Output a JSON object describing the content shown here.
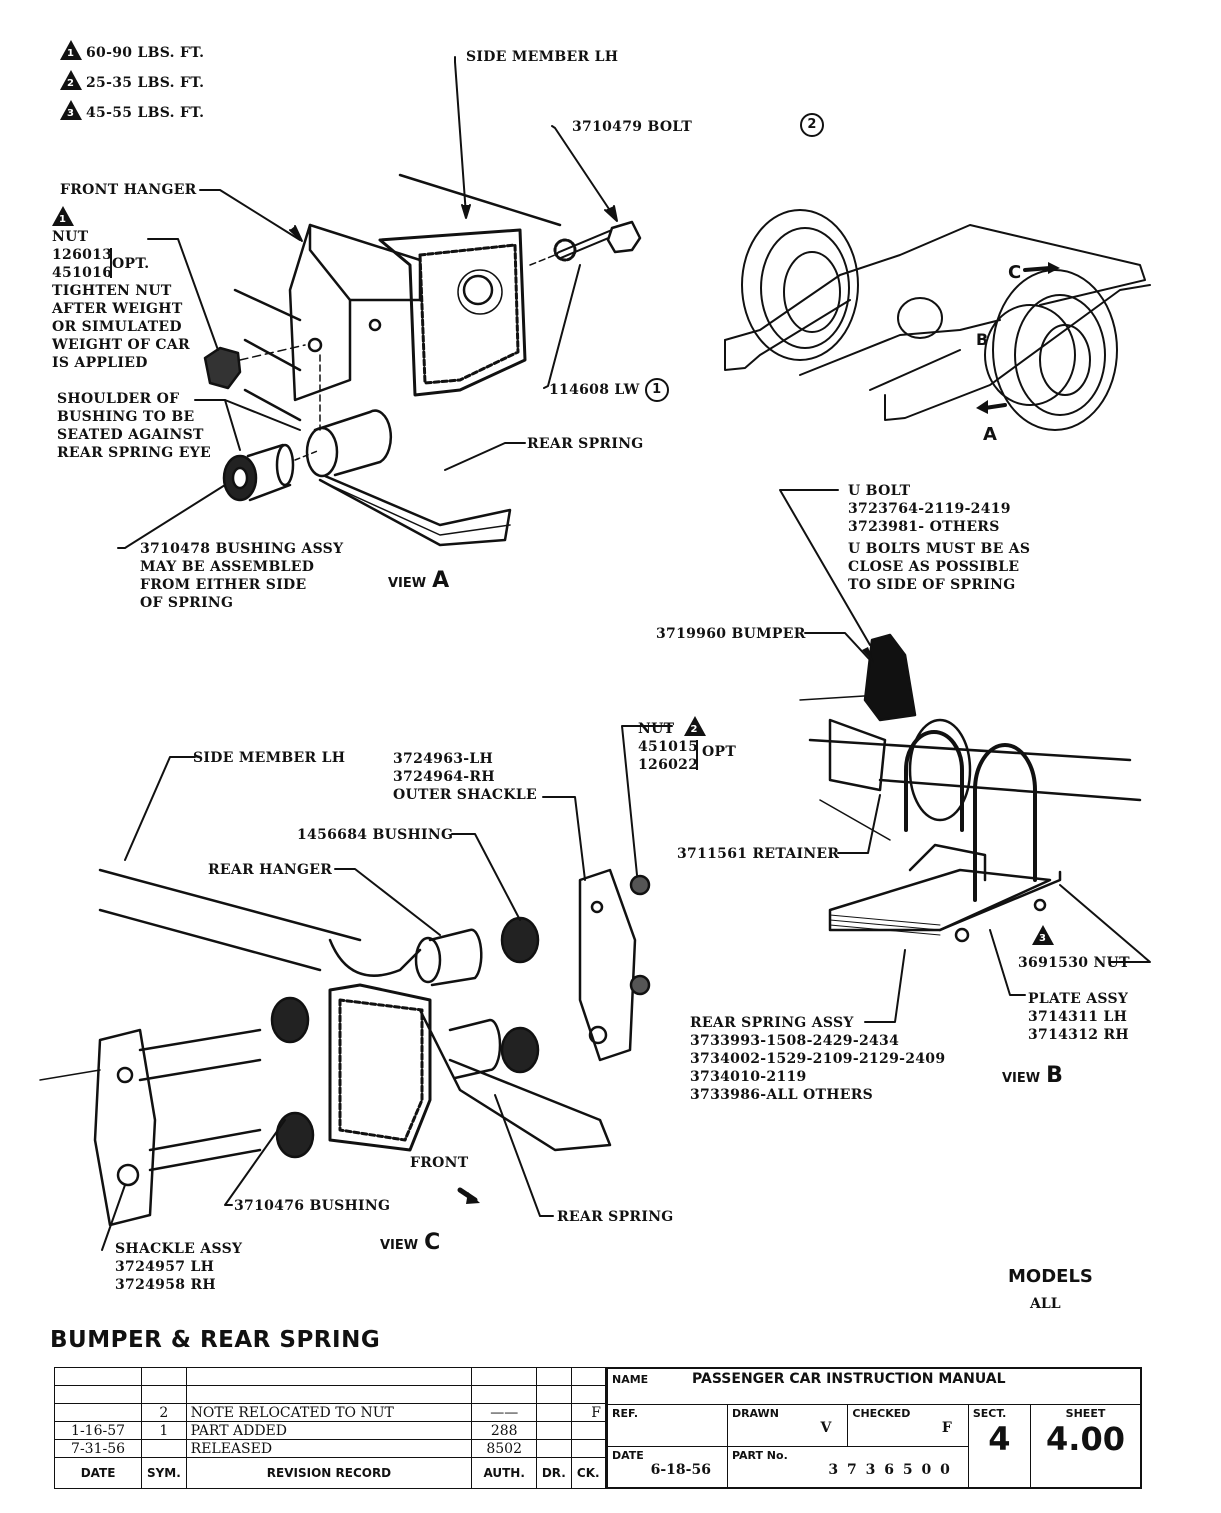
{
  "torque_legend": [
    {
      "symbol": "1",
      "value": "60-90 LBS. FT."
    },
    {
      "symbol": "2",
      "value": "25-35 LBS. FT."
    },
    {
      "symbol": "3",
      "value": "45-55 LBS. FT."
    }
  ],
  "view_a": {
    "title": "VIEW",
    "letter": "A",
    "labels": {
      "side_member": "SIDE MEMBER LH",
      "bolt": "3710479  BOLT",
      "front_hanger": "FRONT HANGER",
      "nut_symbol": "1",
      "nut_title": "NUT",
      "nut_part_1": "126013",
      "nut_part_2": "451016",
      "nut_opt": "OPT.",
      "nut_note": [
        "TIGHTEN NUT",
        "AFTER WEIGHT",
        "OR SIMULATED",
        "WEIGHT OF CAR",
        "IS APPLIED"
      ],
      "shoulder_note": [
        "SHOULDER OF",
        "BUSHING TO BE",
        "SEATED AGAINST",
        "REAR SPRING EYE"
      ],
      "lock_washer": "114608  LW",
      "lock_washer_ref": "1",
      "rear_spring": "REAR SPRING",
      "bushing_assy": [
        "3710478 BUSHING ASSY",
        "MAY BE ASSEMBLED",
        "FROM EITHER SIDE",
        "OF SPRING"
      ]
    }
  },
  "overview": {
    "ref": "2",
    "view_markers": [
      "A",
      "B",
      "C"
    ]
  },
  "view_b": {
    "title": "VIEW",
    "letter": "B",
    "labels": {
      "u_bolt": [
        "U BOLT",
        "3723764-2119-2419",
        "3723981- OTHERS"
      ],
      "u_bolt_note": [
        "U BOLTS MUST BE AS",
        "CLOSE AS POSSIBLE",
        "TO SIDE OF SPRING"
      ],
      "bumper": "3719960 BUMPER",
      "retainer": "3711561 RETAINER",
      "nut_symbol": "3",
      "nut": "3691530 NUT",
      "plate_assy": [
        "PLATE ASSY",
        "3714311 LH",
        "3714312 RH"
      ],
      "rear_spring_assy": [
        "REAR SPRING ASSY",
        "3733993-1508-2429-2434",
        "3734002-1529-2109-2129-2409",
        "3734010-2119",
        "3733986-ALL OTHERS"
      ]
    }
  },
  "view_c": {
    "title": "VIEW",
    "letter": "C",
    "labels": {
      "side_member": "SIDE MEMBER LH",
      "outer_shackle": [
        "3724963-LH",
        "3724964-RH",
        "OUTER SHACKLE"
      ],
      "nut_title": "NUT",
      "nut_symbol": "2",
      "nut_part_1": "451015",
      "nut_part_2": "126022",
      "nut_opt": "OPT",
      "bushing_upper": "1456684  BUSHING",
      "rear_hanger": "REAR HANGER",
      "bushing_lower": "3710476  BUSHING",
      "front": "FRONT",
      "rear_spring": "REAR SPRING",
      "shackle_assy": [
        "SHACKLE  ASSY",
        "3724957  LH",
        "3724958  RH"
      ]
    }
  },
  "models": {
    "label": "MODELS",
    "value": "ALL"
  },
  "sheet_title": "BUMPER & REAR SPRING",
  "revision_record": {
    "headers": {
      "date": "DATE",
      "sym": "SYM.",
      "record": "REVISION RECORD",
      "auth": "AUTH.",
      "dr": "DR.",
      "ck": "CK."
    },
    "rows": [
      {
        "date": "",
        "sym": "",
        "record": "",
        "auth": "",
        "dr": "",
        "ck": ""
      },
      {
        "date": "",
        "sym": "",
        "record": "",
        "auth": "",
        "dr": "",
        "ck": ""
      },
      {
        "date": "",
        "sym": "2",
        "record": "NOTE RELOCATED TO NUT",
        "auth": "——",
        "dr": "",
        "ck": "F"
      },
      {
        "date": "1-16-57",
        "sym": "1",
        "record": "PART ADDED",
        "auth": "288",
        "dr": "",
        "ck": ""
      },
      {
        "date": "7-31-56",
        "sym": "",
        "record": "RELEASED",
        "auth": "8502",
        "dr": "",
        "ck": ""
      }
    ]
  },
  "title_block": {
    "name_label": "NAME",
    "name_value": "PASSENGER CAR INSTRUCTION MANUAL",
    "ref_label": "REF.",
    "drawn_label": "DRAWN",
    "drawn_value": "V",
    "checked_label": "CHECKED",
    "checked_value": "F",
    "sect_label": "SECT.",
    "sect_value": "4",
    "sheet_label": "SHEET",
    "sheet_value": "4.00",
    "date_label": "DATE",
    "date_value": "6-18-56",
    "part_label": "PART No.",
    "part_value": "3 7 3 6 5 0 0"
  }
}
